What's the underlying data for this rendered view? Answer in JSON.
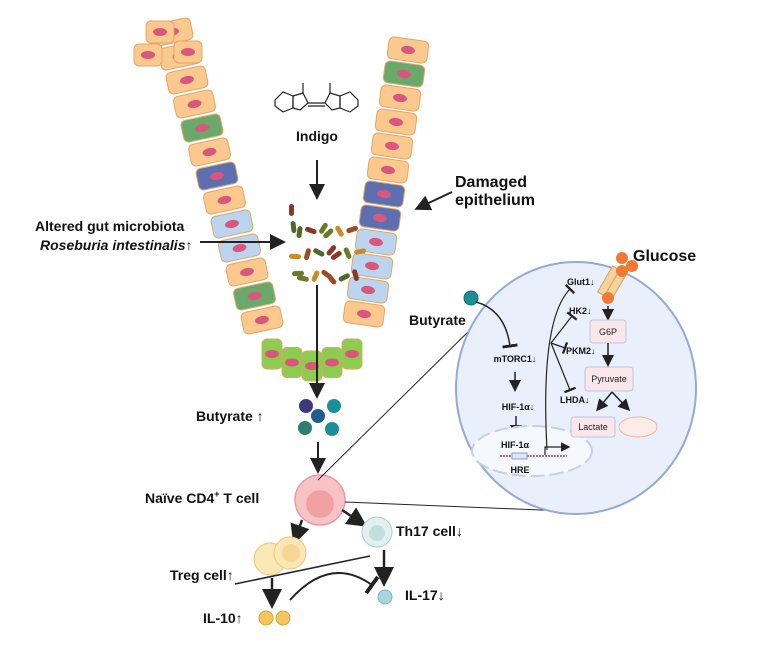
{
  "labels": {
    "indigo": "Indigo",
    "damaged_1": "Damaged",
    "damaged_2": "epithelium",
    "microbiota": "Altered gut microbiota",
    "roseburia": "Roseburia intestinalis↑",
    "butyrate_up": "Butyrate ↑",
    "naive": "Naïve CD4",
    "naive_sup": "+",
    "naive_tail": " T cell",
    "th17": "Th17 cell↓",
    "treg": "Treg cell↑",
    "il17": "IL-17↓",
    "il10": "IL-10↑",
    "butyrate": "Butyrate",
    "glucose": "Glucose"
  },
  "cell_pathway": {
    "mtorc1": "mTORC1↓",
    "hif_down": "HIF-1α↓",
    "hif": "HIF-1α",
    "hre": "HRE",
    "glut1": "Glut1↓",
    "hk2": "HK2↓",
    "pkm2": "PKM2↓",
    "lhda": "LHDA↓",
    "g6p": "G6P",
    "pyruvate": "Pyruvate",
    "lactate": "Lactate"
  },
  "colors": {
    "cell_body": "#fbc98e",
    "nucleus": "#d9577c",
    "goblet": "#6aa96a",
    "damaged": "#5d6fb0",
    "pale_cell": "#bcd5ef",
    "villus_base": "#8ccc4e",
    "ellipse_fill": "#e9f0fb",
    "ellipse_stroke": "#93a9d6",
    "butyrate_teal": "#1a8f96",
    "glucose_orange": "#f07a34",
    "naive_cell": "#f2a7a9",
    "th17_cell": "#cfe8e6",
    "treg_cell": "#f7dc95",
    "il10": "#f2c55d",
    "il17": "#a8d4e0"
  }
}
